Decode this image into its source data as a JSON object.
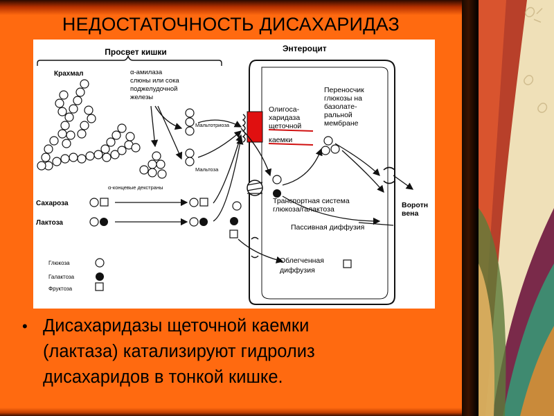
{
  "slide": {
    "title": "НЕДОСТАТОЧНОСТЬ ДИСАХАРИДАЗ",
    "bullet_text": "Дисахаридазы щеточной каемки (лактаза) катализируют гидролиз дисахаридов в тонкой кишке.",
    "bullet_lines": [
      "Дисахаридазы щеточной каемки",
      "(лактаза) катализируют гидролиз",
      "дисахаридов в тонкой кишке."
    ],
    "bullet_symbol": "•"
  },
  "diagram": {
    "lumen_header": "Просвет кишки",
    "enterocyte_header": "Энтероцит",
    "starch": "Крахмал",
    "amylase_lines": [
      "α-амилаза",
      "слюны или сока",
      "поджелудочной",
      "железы"
    ],
    "maltotriose": "Мальтотриоза",
    "maltose": "Мальтоза",
    "dextrins": "α-концевые декстраны",
    "sucrose": "Сахароза",
    "lactose": "Лактоза",
    "oligosaccharidase_lines": [
      "Олигоса-",
      "харидаза",
      "щеточной",
      "каемки"
    ],
    "transporter_lines": [
      "Переносчик",
      "глюкозы на",
      "базолате-",
      "ральной",
      "мембране"
    ],
    "transport_system_lines": [
      "Транспортная система",
      "глюкоза/галактоза"
    ],
    "passive_diffusion": "Пассивная диффузия",
    "portal_vein_lines": [
      "Воротн",
      "вена"
    ],
    "facilitated_diffusion_lines": [
      "Облегченная",
      "диффузия"
    ],
    "legend": {
      "glucose": "Глюкоза",
      "galactose": "Галактоза",
      "fructose": "Фруктоза"
    }
  },
  "colors": {
    "background": "#ff6a10",
    "enzyme_red": "#e01010",
    "underline_red": "#d01010"
  }
}
